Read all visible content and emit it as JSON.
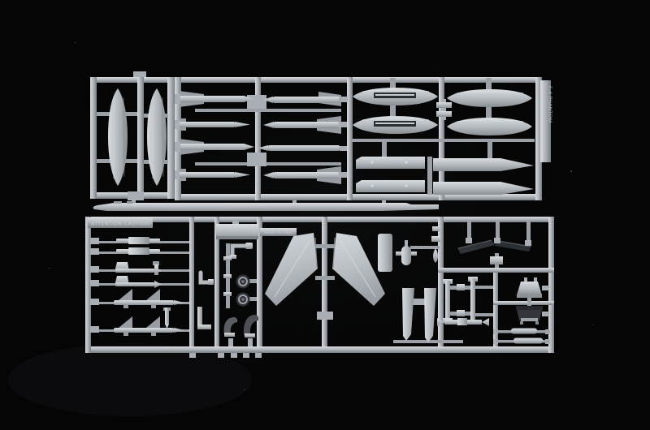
{
  "photo": {
    "subject": "model-kit-sprues-photograph",
    "background": "black studio backdrop",
    "plastic_finish": "light grey injection-molded styrene"
  },
  "colors": {
    "bg": "#050505",
    "plastic": "#b6bbc0",
    "plastic_light": "#d8dcdf",
    "plastic_dark": "#8a8f94",
    "rail": "#a9aeb4",
    "rail_dark": "#787d82",
    "dark_part": "#33373b",
    "slot": "#2b2e31"
  },
  "embossed_labels": {
    "caution_tag": "ATTENTION CAUTION",
    "center_tag": "MADE IN ITALY",
    "vertical_tag": "F-4 PHANTOM"
  },
  "sprues": [
    {
      "name": "sprue-small-left",
      "parts": [
        "drop-tank-half-left",
        "drop-tank-half-right"
      ]
    },
    {
      "name": "sprue-top-main",
      "parts": [
        "sparrow-missile-half-1",
        "sparrow-missile-half-2",
        "sparrow-missile-half-3",
        "sparrow-missile-half-4",
        "sparrow-missile-half-5",
        "sparrow-missile-half-6",
        "sparrow-missile-half-7",
        "sparrow-missile-half-8",
        "wing-tank-half-1",
        "wing-tank-half-2",
        "wing-tank-half-3",
        "wing-tank-half-4",
        "joiner-plate-1",
        "joiner-plate-2",
        "pylon-rail-1",
        "pylon-rail-pointed-1",
        "pylon-rail-2",
        "pylon-rail-pointed-2",
        "vertical-id-tag"
      ]
    },
    {
      "name": "long-strip-part",
      "parts": [
        "canopy-sill-strip"
      ]
    },
    {
      "name": "sprue-bottom-main",
      "parts": [
        "caution-text-tag",
        "center-text-tag",
        "launch-rail-1",
        "launch-rail-2",
        "paddle-fin-missile-1",
        "paddle-fin-missile-2",
        "sidewinder-missile-1",
        "sidewinder-missile-2",
        "small-rocket",
        "flat-panel",
        "elbow-strut-1",
        "elbow-strut-2",
        "gear-strut",
        "wheel-1",
        "wheel-2",
        "arch-bracket-1",
        "arch-bracket-2",
        "outer-wing-panel-left",
        "outer-wing-panel-right",
        "small-rect-panel",
        "inner-pylon",
        "tiny-parts-chain",
        "intake-ramp-1",
        "intake-ramp-2",
        "stabilator-blade-left",
        "stabilator-blade-right",
        "gear-leg-cluster",
        "ejection-seat-back",
        "ejection-seat-pan",
        "actuator-rod-1",
        "actuator-rod-2"
      ]
    }
  ]
}
